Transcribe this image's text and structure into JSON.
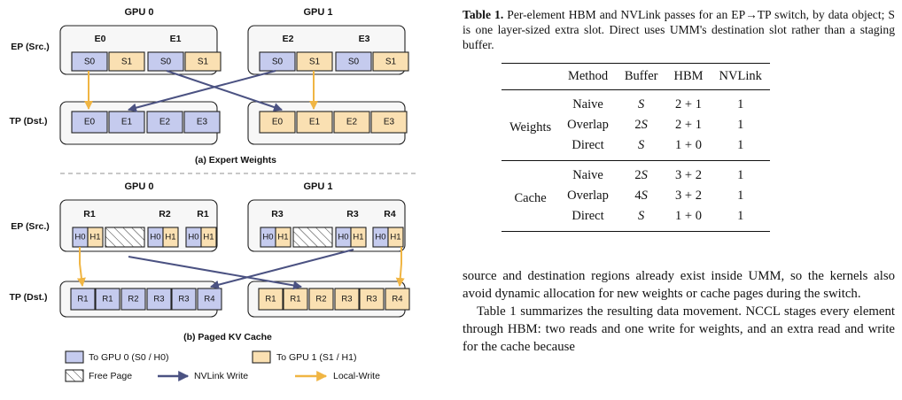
{
  "figure": {
    "gpu_labels": [
      "GPU 0",
      "GPU 1"
    ],
    "ep_label": "EP (Src.)",
    "tp_label": "TP (Dst.)",
    "weights": {
      "src_groups": [
        "E0",
        "E1",
        "E2",
        "E3"
      ],
      "src_cells": [
        "S0",
        "S1",
        "S0",
        "S1",
        "S0",
        "S1",
        "S0",
        "S1"
      ],
      "dst_cells": [
        "E0",
        "E1",
        "E2",
        "E3",
        "E0",
        "E1",
        "E2",
        "E3"
      ],
      "caption": "(a) Expert Weights"
    },
    "kv": {
      "src_groups": [
        "R1",
        "R2",
        "R1",
        "R3",
        "R3",
        "R4"
      ],
      "head_labels": [
        "H0",
        "H1"
      ],
      "dst_cells": [
        "R1",
        "R1",
        "R2",
        "R3",
        "R3",
        "R4",
        "R1",
        "R1",
        "R2",
        "R3",
        "R3",
        "R4"
      ],
      "caption": "(b) Paged KV Cache"
    },
    "legend": {
      "to_gpu0": "To GPU 0 (S0 / H0)",
      "to_gpu1": "To GPU 1 (S1 / H1)",
      "free_page": "Free Page",
      "nvlink_write": "NVLink Write",
      "local_write": "Local-Write"
    },
    "colors": {
      "gpu0": "#c5cbee",
      "gpu1": "#fae0b2",
      "nvlink": "#4b5282",
      "local": "#f0b543",
      "outline": "#222222",
      "container": "#f7f7f7",
      "separator": "#b5b5b5"
    }
  },
  "table": {
    "caption_label": "Table 1.",
    "caption_text": "Per-element HBM and NVLink passes for an EP→TP switch, by data object; S is one layer-sized extra slot. Direct uses UMM's destination slot rather than a staging buffer.",
    "headers": [
      "Method",
      "Buffer",
      "HBM",
      "NVLink"
    ],
    "groups": [
      {
        "name": "Weights",
        "rows": [
          {
            "method": "Naive",
            "buffer": "S",
            "hbm": "2 + 1",
            "nvlink": "1"
          },
          {
            "method": "Overlap",
            "buffer": "2S",
            "hbm": "2 + 1",
            "nvlink": "1"
          },
          {
            "method": "Direct",
            "buffer": "S",
            "hbm": "1 + 0",
            "nvlink": "1"
          }
        ]
      },
      {
        "name": "Cache",
        "rows": [
          {
            "method": "Naive",
            "buffer": "2S",
            "hbm": "3 + 2",
            "nvlink": "1"
          },
          {
            "method": "Overlap",
            "buffer": "4S",
            "hbm": "3 + 2",
            "nvlink": "1"
          },
          {
            "method": "Direct",
            "buffer": "S",
            "hbm": "1 + 0",
            "nvlink": "1"
          }
        ]
      }
    ]
  },
  "body": {
    "para1": "source and destination regions already exist inside UMM, so the kernels also avoid dynamic allocation for new weights or cache pages during the switch.",
    "para2": "Table 1 summarizes the resulting data movement. NCCL stages every element through HBM: two reads and one write for weights, and an extra read and write for the cache because"
  }
}
